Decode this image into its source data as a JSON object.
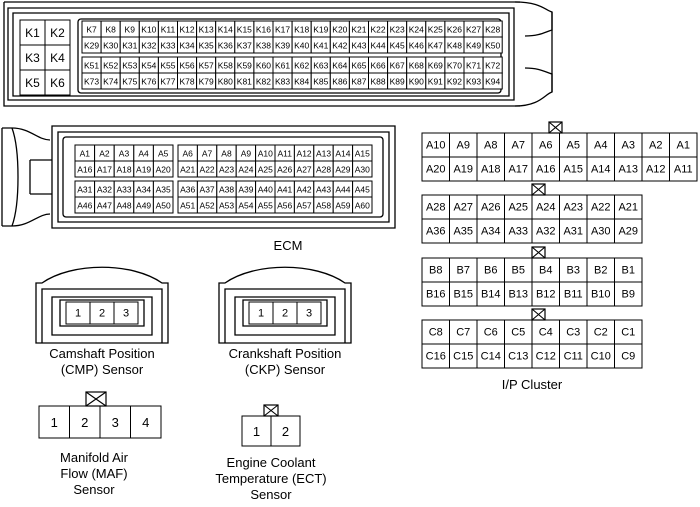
{
  "ecm_top": {
    "k_large": [
      "K1",
      "K2",
      "K3",
      "K4",
      "K5",
      "K6"
    ],
    "k_rows": [
      [
        "K7",
        "K8",
        "K9",
        "K10",
        "K11",
        "K12",
        "K13",
        "K14",
        "K15",
        "K16",
        "K17",
        "K18",
        "K19",
        "K20",
        "K21",
        "K22",
        "K23",
        "K24",
        "K25",
        "K26",
        "K27",
        "K28"
      ],
      [
        "K29",
        "K30",
        "K31",
        "K32",
        "K33",
        "K34",
        "K35",
        "K36",
        "K37",
        "K38",
        "K39",
        "K40",
        "K41",
        "K42",
        "K43",
        "K44",
        "K45",
        "K46",
        "K47",
        "K48",
        "K49",
        "K50"
      ],
      [
        "K51",
        "K52",
        "K53",
        "K54",
        "K55",
        "K56",
        "K57",
        "K58",
        "K59",
        "K60",
        "K61",
        "K62",
        "K63",
        "K64",
        "K65",
        "K66",
        "K67",
        "K68",
        "K69",
        "K70",
        "K71",
        "K72"
      ],
      [
        "K73",
        "K74",
        "K75",
        "K76",
        "K77",
        "K78",
        "K79",
        "K80",
        "K81",
        "K82",
        "K83",
        "K84",
        "K85",
        "K86",
        "K87",
        "K88",
        "K89",
        "K90",
        "K91",
        "K92",
        "K93",
        "K94"
      ]
    ]
  },
  "ecm_a": {
    "left_rows": [
      [
        "A1",
        "A2",
        "A3",
        "A4",
        "A5"
      ],
      [
        "A16",
        "A17",
        "A18",
        "A19",
        "A20"
      ],
      [
        "A31",
        "A32",
        "A33",
        "A34",
        "A35"
      ],
      [
        "A46",
        "A47",
        "A48",
        "A49",
        "A50"
      ]
    ],
    "right_rows": [
      [
        "A6",
        "A7",
        "A8",
        "A9",
        "A10",
        "A11",
        "A12",
        "A13",
        "A14",
        "A15"
      ],
      [
        "A21",
        "A22",
        "A23",
        "A24",
        "A25",
        "A26",
        "A27",
        "A28",
        "A29",
        "A30"
      ],
      [
        "A36",
        "A37",
        "A38",
        "A39",
        "A40",
        "A41",
        "A42",
        "A43",
        "A44",
        "A45"
      ],
      [
        "A51",
        "A52",
        "A53",
        "A54",
        "A55",
        "A56",
        "A57",
        "A58",
        "A59",
        "A60"
      ]
    ]
  },
  "ecm_label": "ECM",
  "ip_cluster": {
    "a_rows": [
      [
        "A10",
        "A9",
        "A8",
        "A7",
        "A6",
        "A5",
        "A4",
        "A3",
        "A2",
        "A1"
      ],
      [
        "A20",
        "A19",
        "A18",
        "A17",
        "A16",
        "A15",
        "A14",
        "A13",
        "A12",
        "A11"
      ],
      [
        "A28",
        "A27",
        "A26",
        "A25",
        "A24",
        "A23",
        "A22",
        "A21"
      ],
      [
        "A36",
        "A35",
        "A34",
        "A33",
        "A32",
        "A31",
        "A30",
        "A29"
      ]
    ],
    "b_rows": [
      [
        "B8",
        "B7",
        "B6",
        "B5",
        "B4",
        "B3",
        "B2",
        "B1"
      ],
      [
        "B16",
        "B15",
        "B14",
        "B13",
        "B12",
        "B11",
        "B10",
        "B9"
      ]
    ],
    "c_rows": [
      [
        "C8",
        "C7",
        "C6",
        "C5",
        "C4",
        "C3",
        "C2",
        "C1"
      ],
      [
        "C16",
        "C15",
        "C14",
        "C13",
        "C12",
        "C11",
        "C10",
        "C9"
      ]
    ],
    "label": "I/P Cluster"
  },
  "cmp_sensor": {
    "pins": [
      "1",
      "2",
      "3"
    ],
    "label_lines": [
      "Camshaft Position",
      "(CMP) Sensor"
    ]
  },
  "ckp_sensor": {
    "pins": [
      "1",
      "2",
      "3"
    ],
    "label_lines": [
      "Crankshaft Position",
      "(CKP) Sensor"
    ]
  },
  "maf_sensor": {
    "pins": [
      "1",
      "2",
      "3",
      "4"
    ],
    "label_lines": [
      "Manifold Air",
      "Flow (MAF)",
      "Sensor"
    ]
  },
  "ect_sensor": {
    "pins": [
      "1",
      "2"
    ],
    "label_lines": [
      "Engine Coolant",
      "Temperature (ECT)",
      "Sensor"
    ]
  }
}
